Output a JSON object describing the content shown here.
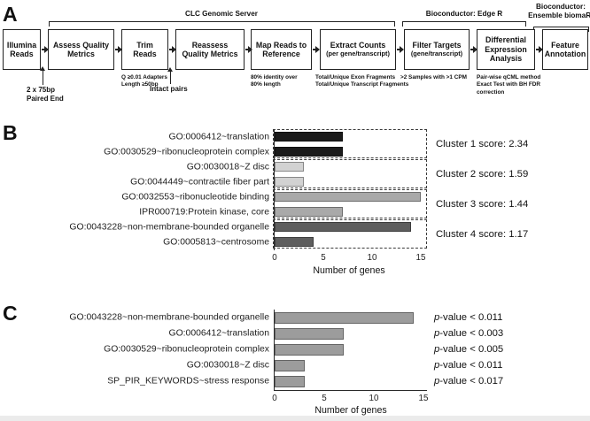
{
  "figure": {
    "panel_a": {
      "letter": "A",
      "boxes": [
        {
          "lines": [
            "Illumina",
            "Reads"
          ]
        },
        {
          "lines": [
            "Assess Quality",
            "Metrics"
          ]
        },
        {
          "lines": [
            "Trim",
            "Reads"
          ]
        },
        {
          "lines": [
            "Reassess",
            "Quality Metrics"
          ]
        },
        {
          "lines": [
            "Map Reads to",
            "Reference"
          ]
        },
        {
          "lines": [
            "Extract Counts",
            "(per gene/transcript)"
          ]
        },
        {
          "lines": [
            "Filter Targets",
            "(gene/transcript)"
          ]
        },
        {
          "lines": [
            "Differential",
            "Expression",
            "Analysis"
          ]
        },
        {
          "lines": [
            "Feature",
            "Annotation"
          ]
        }
      ],
      "brackets": [
        {
          "lines": [
            "CLC Genomic Server"
          ]
        },
        {
          "lines": [
            "Bioconductor: Edge R"
          ]
        },
        {
          "lines": [
            "Bioconductor:",
            "Ensemble biomaRt"
          ]
        }
      ],
      "box_notes": [
        {
          "lines": [
            "Q ≥0.01 Adapters",
            "Length ≥50bp"
          ]
        },
        {
          "lines": [
            "80% identity over",
            "80% length"
          ]
        },
        {
          "lines": [
            "Total/Unique Exon Fragments",
            "Total/Unique Transcript Fragments"
          ]
        },
        {
          "lines": [
            ">2 Samples with >1 CPM"
          ]
        },
        {
          "lines": [
            "Pair-wise qCML method",
            "Exact Test with BH FDR",
            "correction"
          ]
        }
      ],
      "arrow_notes": [
        {
          "lines": [
            "2 x 75bp",
            "Paired End"
          ]
        },
        {
          "lines": [
            "Intact pairs"
          ]
        }
      ]
    },
    "panel_b": {
      "letter": "B"
    },
    "panel_c": {
      "letter": "C"
    }
  },
  "chart_data": [
    {
      "type": "bar",
      "orientation": "horizontal",
      "panel": "B",
      "categories": [
        "GO:0006412~translation",
        "GO:0030529~ribonucleoprotein complex",
        "GO:0030018~Z disc",
        "GO:0044449~contractile fiber part",
        "GO:0032553~ribonucleotide binding",
        "IPR000719:Protein kinase, core",
        "GO:0043228~non-membrane-bounded organelle",
        "GO:0005813~centrosome"
      ],
      "values": [
        7,
        7,
        3,
        3,
        15,
        7,
        14,
        4
      ],
      "bar_colors": [
        "#1b1b1b",
        "#1b1b1b",
        "#d2d2d2",
        "#d2d2d2",
        "#a9a9a9",
        "#a9a9a9",
        "#5e5e5e",
        "#5e5e5e"
      ],
      "clusters": [
        {
          "label": "Cluster 1 score: 2.34",
          "rows": [
            0,
            1
          ]
        },
        {
          "label": "Cluster 2 score: 1.59",
          "rows": [
            2,
            3
          ]
        },
        {
          "label": "Cluster 3 score: 1.44",
          "rows": [
            4,
            5
          ]
        },
        {
          "label": "Cluster 4 score: 1.17",
          "rows": [
            6,
            7
          ]
        }
      ],
      "xlabel": "Number of genes",
      "xlim": [
        0,
        15
      ],
      "xticks": [
        0,
        5,
        10,
        15
      ],
      "grid": false,
      "legend": "none"
    },
    {
      "type": "bar",
      "orientation": "horizontal",
      "panel": "C",
      "categories": [
        "GO:0043228~non-membrane-bounded organelle",
        "GO:0006412~translation",
        "GO:0030529~ribonucleoprotein complex",
        "GO:0030018~Z disc",
        "SP_PIR_KEYWORDS~stress response"
      ],
      "values": [
        14,
        7,
        7,
        3,
        3
      ],
      "bar_color": "#9c9c9c",
      "annotations": [
        "p-value < 0.011",
        "p-value < 0.003",
        "p-value < 0.005",
        "p-value < 0.011",
        "p-value < 0.017"
      ],
      "xlabel": "Number of genes",
      "xlim": [
        0,
        15
      ],
      "xticks": [
        0,
        5,
        10,
        15
      ],
      "grid": false,
      "legend": "none"
    }
  ]
}
